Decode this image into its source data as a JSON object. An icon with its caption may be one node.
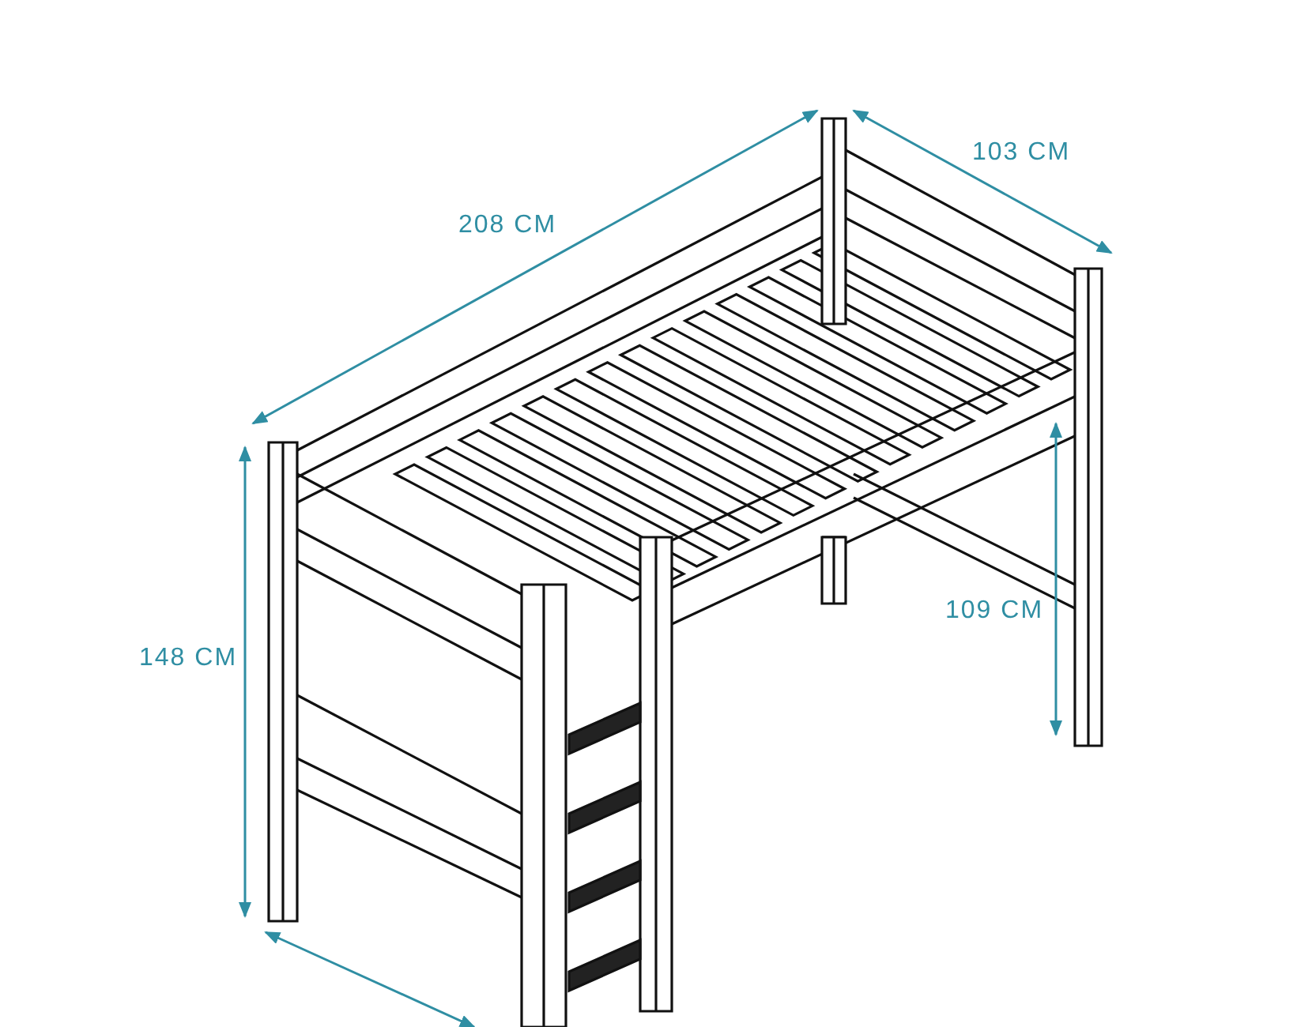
{
  "diagram": {
    "labels": [
      "208 CM",
      "103 CM",
      "148 CM",
      "109 CM"
    ]
  }
}
